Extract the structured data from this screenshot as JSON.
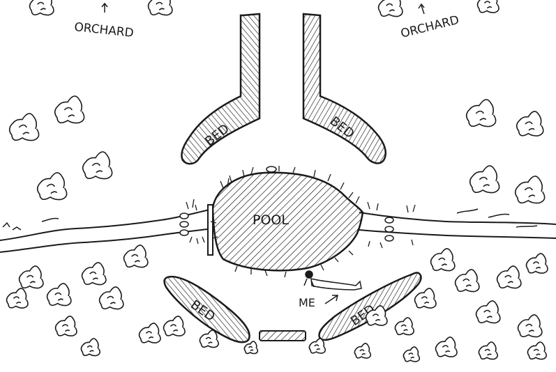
{
  "labels": {
    "orchard_left": "ORCHARD",
    "orchard_right": "ORCHARD",
    "bed_top_left": "BED",
    "bed_top_right": "BED",
    "pool": "POOL",
    "bed_bottom_left": "BED",
    "bed_bottom_right": "BED",
    "me": "ME"
  },
  "colors": {
    "ink": "#1a1a1a",
    "paper": "#ffffff"
  },
  "icons": [
    "arrow-up-icon",
    "arrow-pointer-icon",
    "person-figure-icon",
    "bush-icon",
    "stepping-stone-icon",
    "bench-icon"
  ]
}
